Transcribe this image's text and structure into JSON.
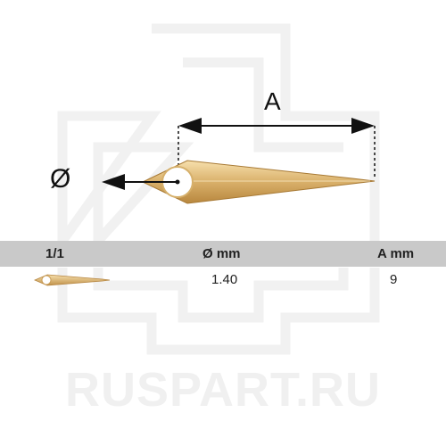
{
  "watermark": {
    "brand": "RUSPART.RU",
    "color": "#f0f0f0"
  },
  "diagram": {
    "dimension_label": "A",
    "diameter_symbol": "Ø",
    "hand_color_light": "#f3d59a",
    "hand_color_dark": "#b8873e",
    "arrow_color": "#111111"
  },
  "table": {
    "header_bg": "#c9c9c9",
    "headers": [
      "1/1",
      "Ø mm",
      "A mm"
    ],
    "row": {
      "diameter_mm": "1.40",
      "length_mm": "9"
    }
  }
}
